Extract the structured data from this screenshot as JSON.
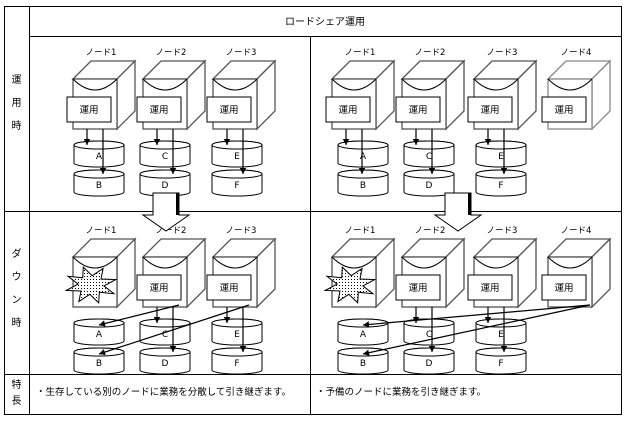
{
  "title": "ロードシェア運用",
  "row_labels": {
    "operating": [
      "運",
      "用",
      "時"
    ],
    "down": [
      "ダ",
      "ウ",
      "ン",
      "時"
    ],
    "features": [
      "特",
      "長"
    ]
  },
  "node_label_prefix": "ノード",
  "service_label": "運用",
  "panels": {
    "left": {
      "operating": {
        "nodes": [
          {
            "name": "ノード1",
            "state": "active",
            "service": "運用",
            "disks": [
              "A",
              "B"
            ]
          },
          {
            "name": "ノード2",
            "state": "active",
            "service": "運用",
            "disks": [
              "C",
              "D"
            ]
          },
          {
            "name": "ノード3",
            "state": "active",
            "service": "運用",
            "disks": [
              "E",
              "F"
            ]
          }
        ]
      },
      "down": {
        "nodes": [
          {
            "name": "ノード1",
            "state": "failed",
            "service": "",
            "disks": [
              "A",
              "B"
            ]
          },
          {
            "name": "ノード2",
            "state": "active",
            "service": "運用",
            "disks": [
              "C",
              "D"
            ]
          },
          {
            "name": "ノード3",
            "state": "active",
            "service": "運用",
            "disks": [
              "E",
              "F"
            ]
          }
        ],
        "takeover": [
          {
            "from": "ノード2",
            "to_disk": "A"
          },
          {
            "from": "ノード3",
            "to_disk": "B"
          }
        ]
      },
      "feature": "・生存している別のノードに業務を分散して引き継ぎます。"
    },
    "right": {
      "operating": {
        "nodes": [
          {
            "name": "ノード1",
            "state": "active",
            "service": "運用",
            "disks": [
              "A",
              "B"
            ]
          },
          {
            "name": "ノード2",
            "state": "active",
            "service": "運用",
            "disks": [
              "C",
              "D"
            ]
          },
          {
            "name": "ノード3",
            "state": "active",
            "service": "運用",
            "disks": [
              "E",
              "F"
            ]
          },
          {
            "name": "ノード4",
            "state": "standby",
            "service": "運用",
            "disks": []
          }
        ]
      },
      "down": {
        "nodes": [
          {
            "name": "ノード1",
            "state": "failed",
            "service": "",
            "disks": [
              "A",
              "B"
            ]
          },
          {
            "name": "ノード2",
            "state": "active",
            "service": "運用",
            "disks": [
              "C",
              "D"
            ]
          },
          {
            "name": "ノード3",
            "state": "active",
            "service": "運用",
            "disks": [
              "E",
              "F"
            ]
          },
          {
            "name": "ノード4",
            "state": "active",
            "service": "運用",
            "disks": []
          }
        ],
        "takeover": [
          {
            "from": "ノード4",
            "to_disk": "A"
          },
          {
            "from": "ノード4",
            "to_disk": "B"
          }
        ]
      },
      "feature": "・予備のノードに業務を引き継ぎます。"
    }
  },
  "colors": {
    "line": "#000000",
    "cube_edge": "#555555",
    "standby_edge": "#888888",
    "failure_fill": "#bbbbbb"
  }
}
